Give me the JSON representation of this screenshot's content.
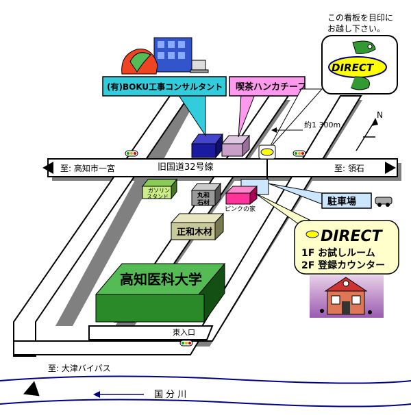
{
  "map": {
    "signboard_note_line1": "この看板を目印に",
    "signboard_note_line2": "お越し下さい。",
    "logo_text": "DIRECT",
    "logo_small": "DIRECT",
    "distance": "約1 300m",
    "road_name": "旧国道32号線",
    "dir_west": "至: 高知市一宮",
    "dir_east": "至: 領石",
    "dir_southwest": "至: 大津バイパス",
    "north": "N",
    "river": "国 分 川",
    "east_gate": "東入口",
    "labels": {
      "boku": "(有)BOKU工事コンサルタント",
      "cafe": "喫茶ハンカチーフ",
      "gas_line1": "ガソリン",
      "gas_line2": "スタンド",
      "maruwa_line1": "丸和",
      "maruwa_line2": "石材",
      "pink_house": "ピンクの家",
      "parking": "駐車場",
      "showa": "正和木材",
      "university": "高知医科大学"
    },
    "direct_callout": {
      "title": "DIRECT",
      "line1": "1F  お試しルーム",
      "line2": "2F  登録カウンター"
    }
  },
  "colors": {
    "road_fill": "#ffffff",
    "road_edge": "#000000",
    "shadow": "#808080",
    "boku_building": "#1a1aa0",
    "cafe_building": "#c8a0c8",
    "pink_house": "#ff3399",
    "university": "#2a8a2a",
    "showa": "#c8c89a",
    "callout_cyan": "#33ccdd",
    "callout_pink": "#ff99ee",
    "callout_yellow": "#ffffcc",
    "parking_blue": "#cce6ff",
    "river": "#000080",
    "logo_yellow": "#ffff00",
    "logo_green": "#339933",
    "logo_blue": "#000080"
  }
}
